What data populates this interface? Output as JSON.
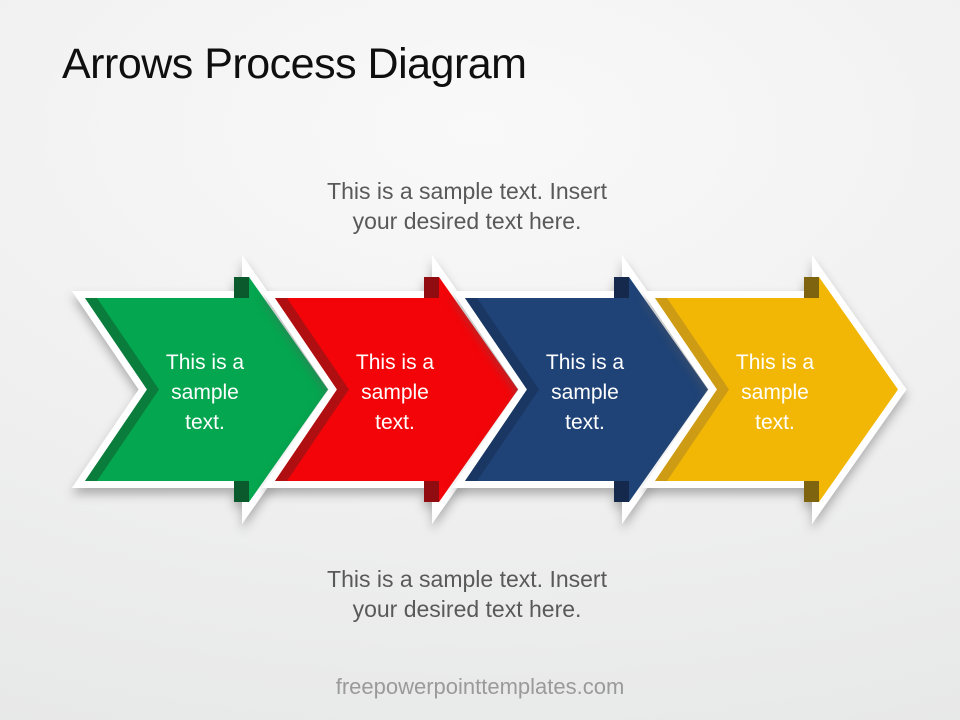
{
  "slide": {
    "title": "Arrows Process Diagram",
    "top_caption": {
      "line1": "This is a sample text. Insert",
      "line2": "your desired text here."
    },
    "bottom_caption": {
      "line1": "This is a sample text. Insert",
      "line2": "your desired text here."
    },
    "footer": "freepowerpointtemplates.com"
  },
  "diagram": {
    "type": "process-arrows",
    "direction": "right",
    "step_count": 4,
    "text_color": "#FFFFFF",
    "outline_color": "#FFFFFF",
    "steps": [
      {
        "name": "step-1-green",
        "label_lines": [
          "This is a",
          "sample",
          "text."
        ],
        "color": "#04A64F",
        "bevel_color": "#0A7C3C",
        "tab_color": "#0A5A2D"
      },
      {
        "name": "step-2-red",
        "label_lines": [
          "This is a",
          "sample",
          "text."
        ],
        "color": "#F30408",
        "bevel_color": "#B00F12",
        "tab_color": "#910C10"
      },
      {
        "name": "step-3-navy",
        "label_lines": [
          "This is a",
          "sample",
          "text."
        ],
        "color": "#1F4377",
        "bevel_color": "#1A3763",
        "tab_color": "#14294B"
      },
      {
        "name": "step-4-yellow",
        "label_lines": [
          "This is a",
          "sample",
          "text."
        ],
        "color": "#F2B705",
        "bevel_color": "#CE9B15",
        "tab_color": "#7F6410"
      }
    ]
  },
  "colors": {
    "title_text": "#0F0F0F",
    "caption_text": "#595959",
    "footer_text": "#9A9A9A",
    "background_center": "#F9F9F9",
    "background_edge": "#E6E7E7"
  }
}
